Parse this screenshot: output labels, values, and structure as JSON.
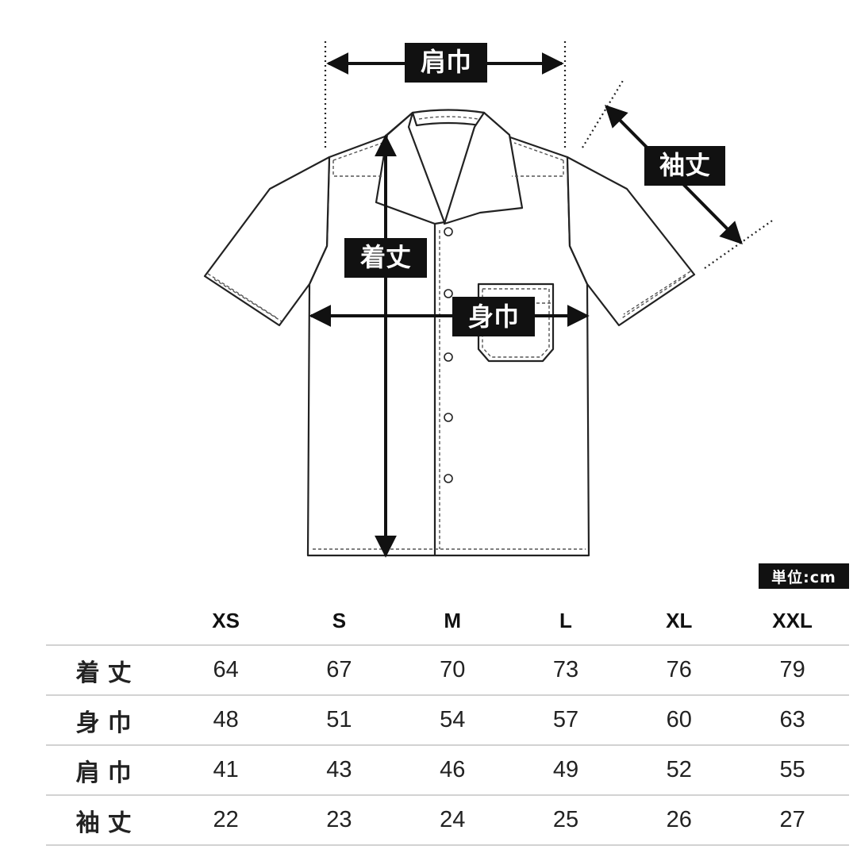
{
  "diagram": {
    "labels": {
      "shoulder": "肩巾",
      "sleeve": "袖丈",
      "length": "着丈",
      "width": "身巾"
    }
  },
  "unit_label": "単位:cm",
  "size_table": {
    "columns": [
      "XS",
      "S",
      "M",
      "L",
      "XL",
      "XXL"
    ],
    "rows": [
      {
        "label": "着丈",
        "values": [
          "64",
          "67",
          "70",
          "73",
          "76",
          "79"
        ]
      },
      {
        "label": "身巾",
        "values": [
          "48",
          "51",
          "54",
          "57",
          "60",
          "63"
        ]
      },
      {
        "label": "肩巾",
        "values": [
          "41",
          "43",
          "46",
          "49",
          "52",
          "55"
        ]
      },
      {
        "label": "袖丈",
        "values": [
          "22",
          "23",
          "24",
          "25",
          "26",
          "27"
        ]
      }
    ]
  }
}
